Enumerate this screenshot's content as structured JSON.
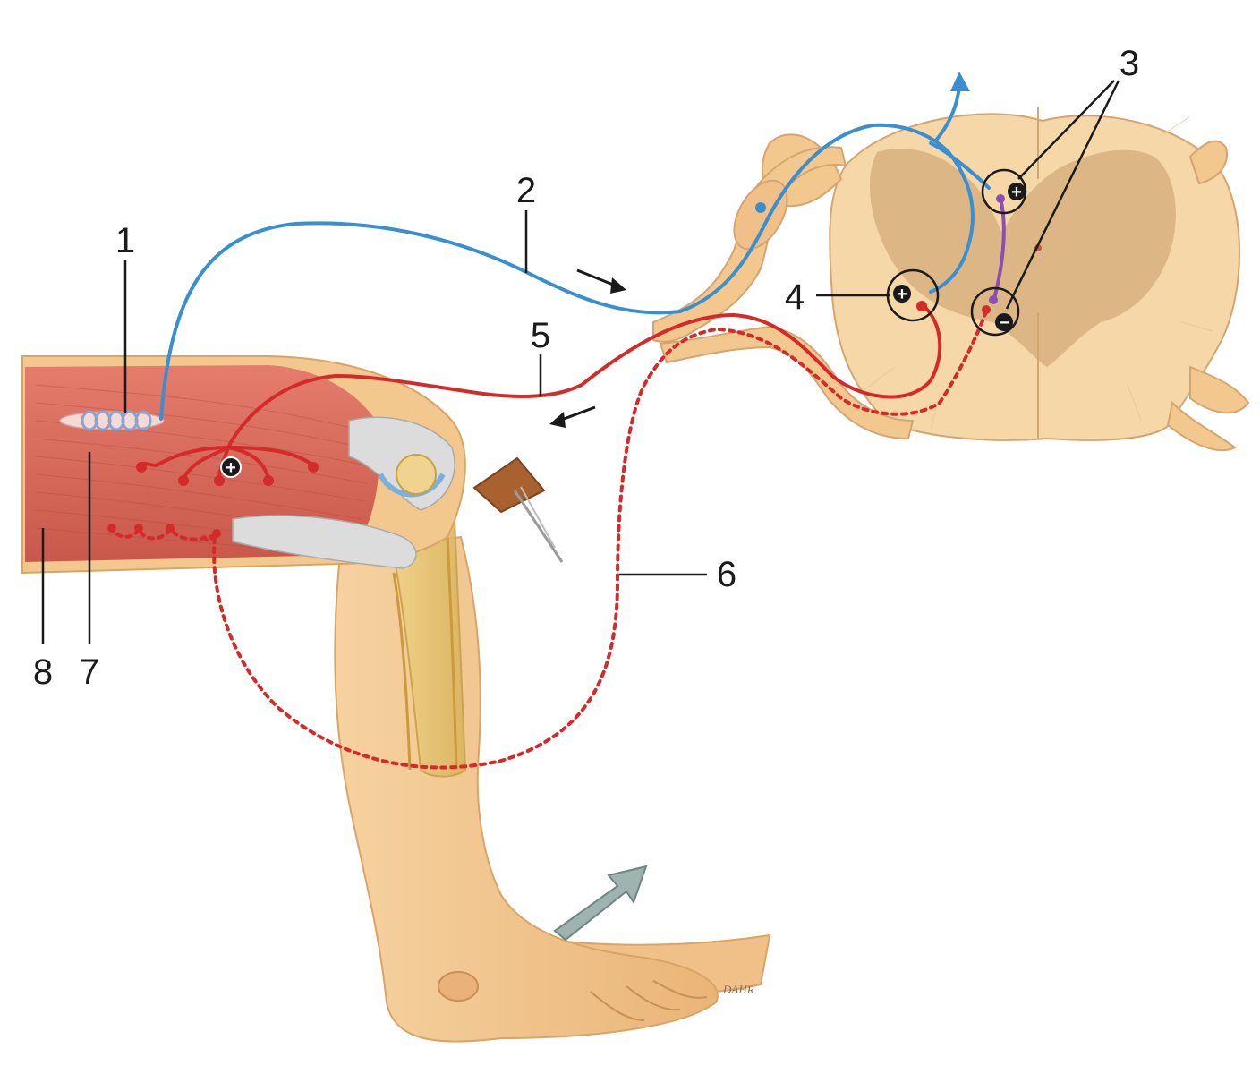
{
  "labels": {
    "l1": "1",
    "l2": "2",
    "l3": "3",
    "l4": "4",
    "l5": "5",
    "l6": "6",
    "l7": "7",
    "l8": "8"
  },
  "signature": "DAHR",
  "symbols": {
    "excite": "+",
    "inhibit": "−"
  },
  "colors": {
    "sensory_neuron": "#3a8fd0",
    "motor_neuron": "#d42a2a",
    "interneuron": "#8a4fb0",
    "muscle": "#d8695a",
    "skin": "#f3c88e",
    "spinal_cord_white": "#f6d7a8",
    "spinal_cord_gray": "#d9b184"
  }
}
